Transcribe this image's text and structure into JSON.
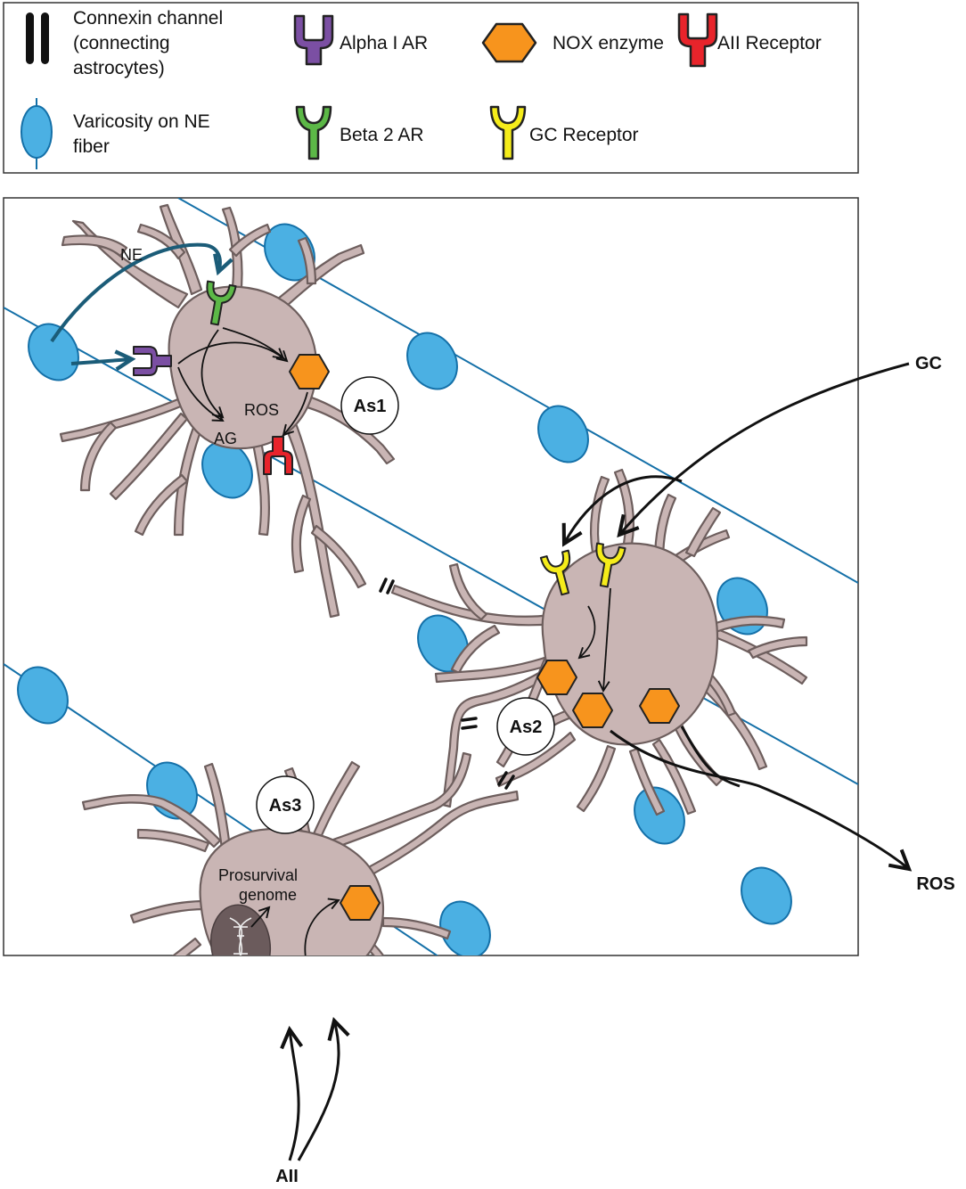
{
  "legend": {
    "connexin_line1": "Connexin channel",
    "connexin_line2": "(connecting",
    "connexin_line3": "astrocytes)",
    "varicosity_line1": "Varicosity on NE",
    "varicosity_line2": "fiber",
    "alpha": "Alpha I AR",
    "beta": "Beta 2 AR",
    "nox": "NOX enzyme",
    "gc_receptor": "GC Receptor",
    "aii_receptor": "AII Receptor"
  },
  "labels": {
    "ne": "NE",
    "ros_inner": "ROS",
    "ag": "AG",
    "as1": "As1",
    "as2": "As2",
    "as3": "As3",
    "gc": "GC",
    "ros_out": "ROS",
    "aii": "AII",
    "prosurvival_1": "Prosurvival",
    "prosurvival_2": "genome",
    "nucleus": "Nucleus"
  },
  "colors": {
    "astrocyte": "#c9b5b4",
    "astrocyte_stroke": "#6d5e5d",
    "varicosity": "#4bb0e3",
    "fiber": "#1470a8",
    "alpha_ar": "#7b4fa3",
    "beta_ar": "#5cb847",
    "nox": "#f7941d",
    "gc_receptor": "#f5ec1a",
    "aii_receptor": "#e8242b",
    "ne_arrow": "#1b5c78",
    "nucleus": "#6b5b5c"
  }
}
